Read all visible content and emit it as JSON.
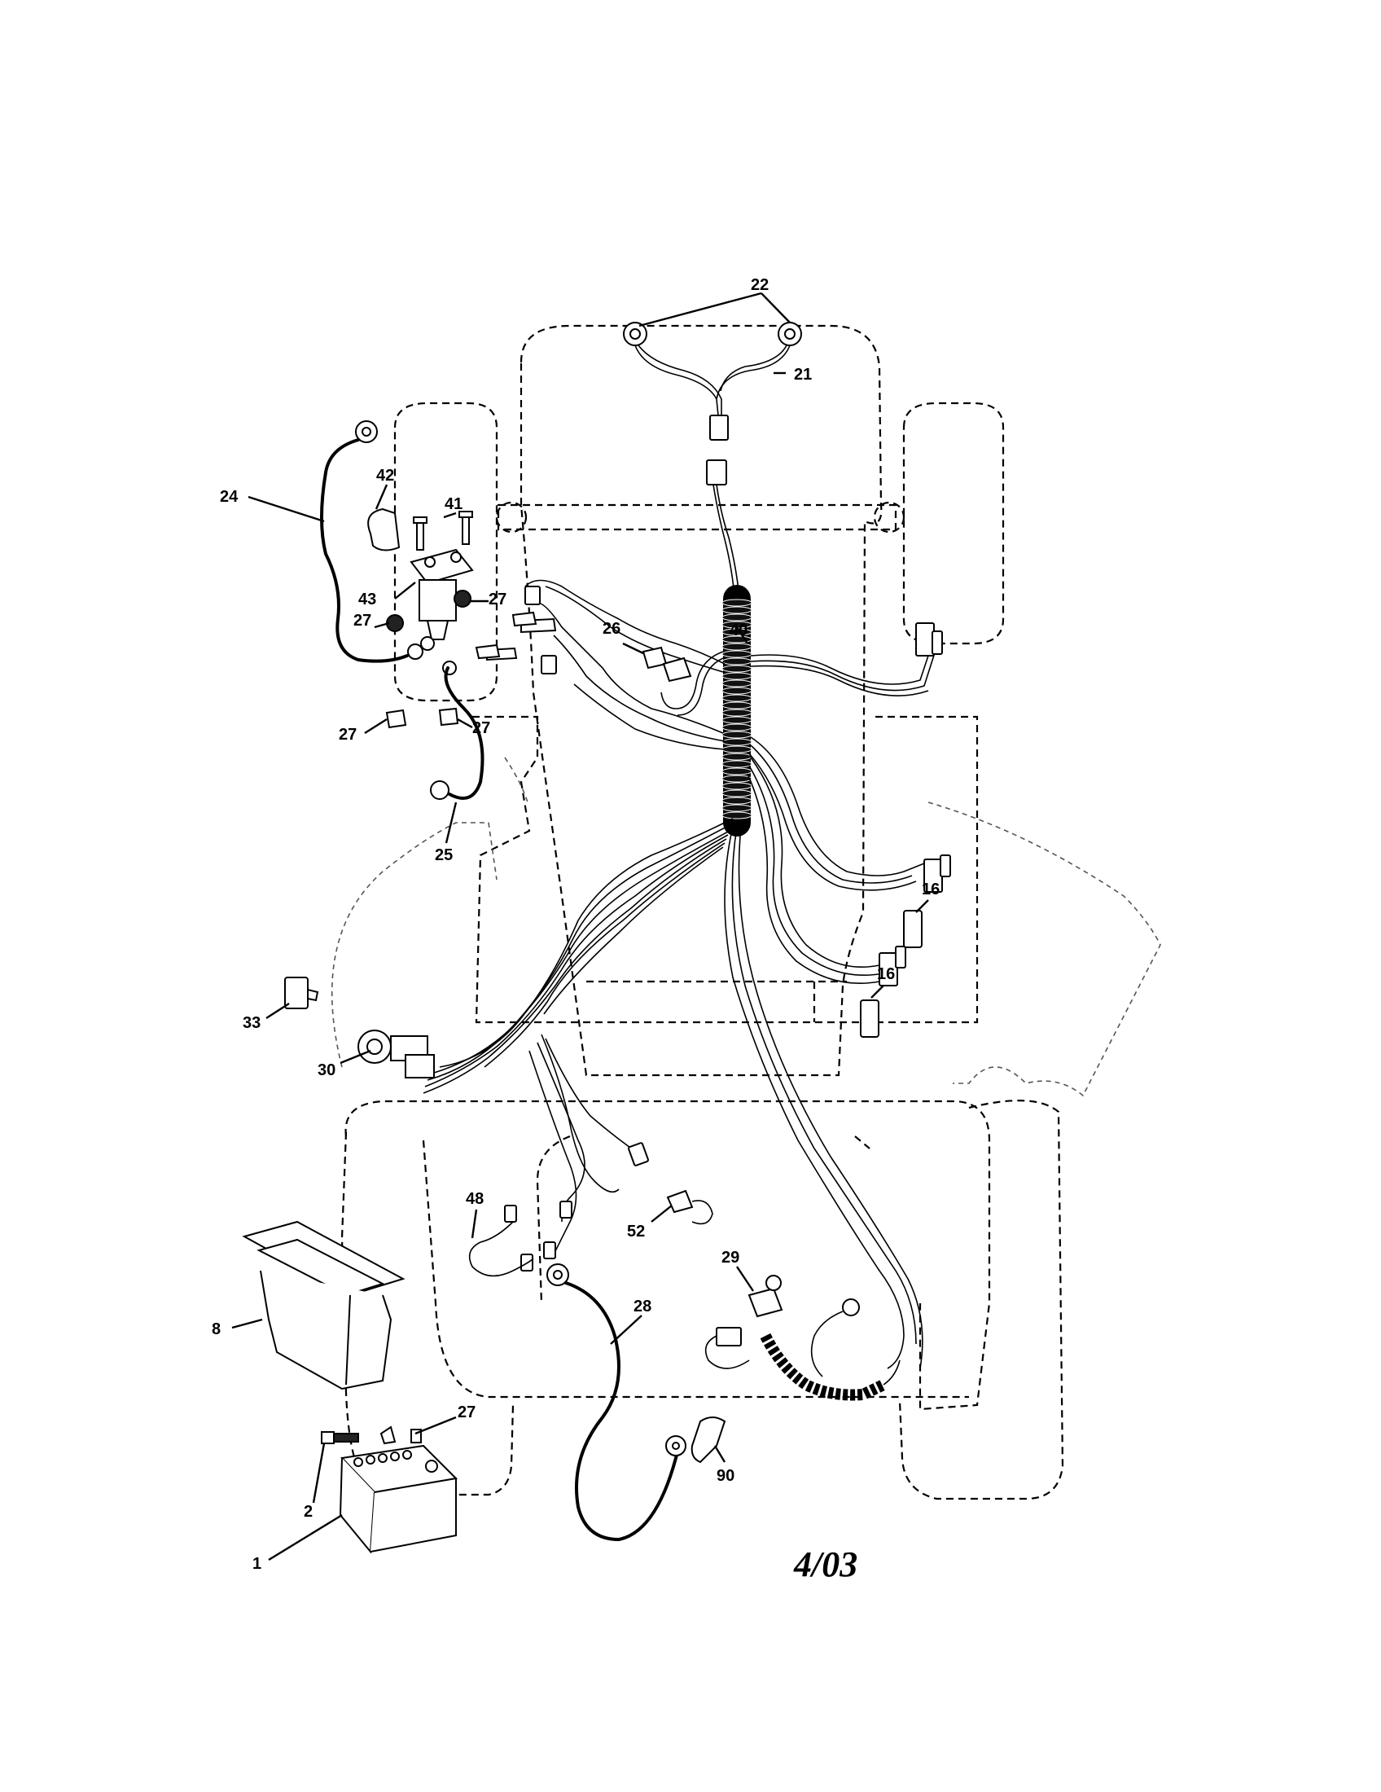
{
  "diagram": {
    "callouts": {
      "c22": "22",
      "c21": "21",
      "c24": "24",
      "c42": "42",
      "c41": "41",
      "c43": "43",
      "c27a": "27",
      "c27b": "27",
      "c27c": "27",
      "c27d": "27",
      "c27e": "27",
      "c26": "26",
      "c40": "40",
      "c25": "25",
      "c16a": "16",
      "c16b": "16",
      "c33": "33",
      "c30": "30",
      "c48": "48",
      "c52": "52",
      "c29": "29",
      "c28": "28",
      "c8": "8",
      "c2": "2",
      "c1": "1",
      "c90": "90"
    },
    "date_mark": "4/03"
  }
}
